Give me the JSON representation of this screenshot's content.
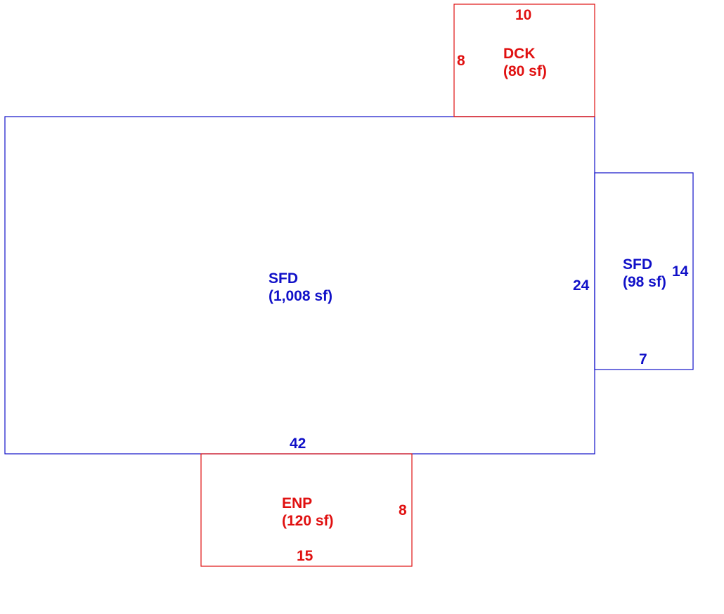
{
  "colors": {
    "dwelling": "#1010c8",
    "addition": "#e01010",
    "background": "#ffffff"
  },
  "areas": [
    {
      "code": "SFD",
      "area": "(1,008 sf)",
      "dims": [
        "42",
        "24"
      ]
    },
    {
      "code": "SFD",
      "area": "(98 sf)",
      "dims": [
        "14",
        "7"
      ]
    },
    {
      "code": "DCK",
      "area": "(80 sf)",
      "dims": [
        "10",
        "8"
      ]
    },
    {
      "code": "ENP",
      "area": "(120 sf)",
      "dims": [
        "8",
        "15"
      ]
    }
  ]
}
